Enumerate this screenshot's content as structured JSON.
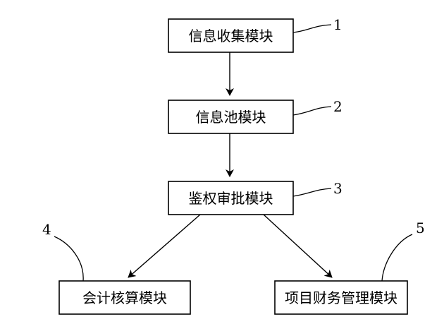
{
  "nodes": [
    {
      "id": "info-collect",
      "label": "信息收集模块",
      "ref": "1"
    },
    {
      "id": "info-pool",
      "label": "信息池模块",
      "ref": "2"
    },
    {
      "id": "auth-approve",
      "label": "鉴权审批模块",
      "ref": "3"
    },
    {
      "id": "accounting",
      "label": "会计核算模块",
      "ref": "4"
    },
    {
      "id": "project-finance",
      "label": "项目财务管理模块",
      "ref": "5"
    }
  ],
  "edges": [
    {
      "from": "info-collect",
      "to": "info-pool"
    },
    {
      "from": "info-pool",
      "to": "auth-approve"
    },
    {
      "from": "auth-approve",
      "to": "accounting"
    },
    {
      "from": "auth-approve",
      "to": "project-finance"
    }
  ]
}
